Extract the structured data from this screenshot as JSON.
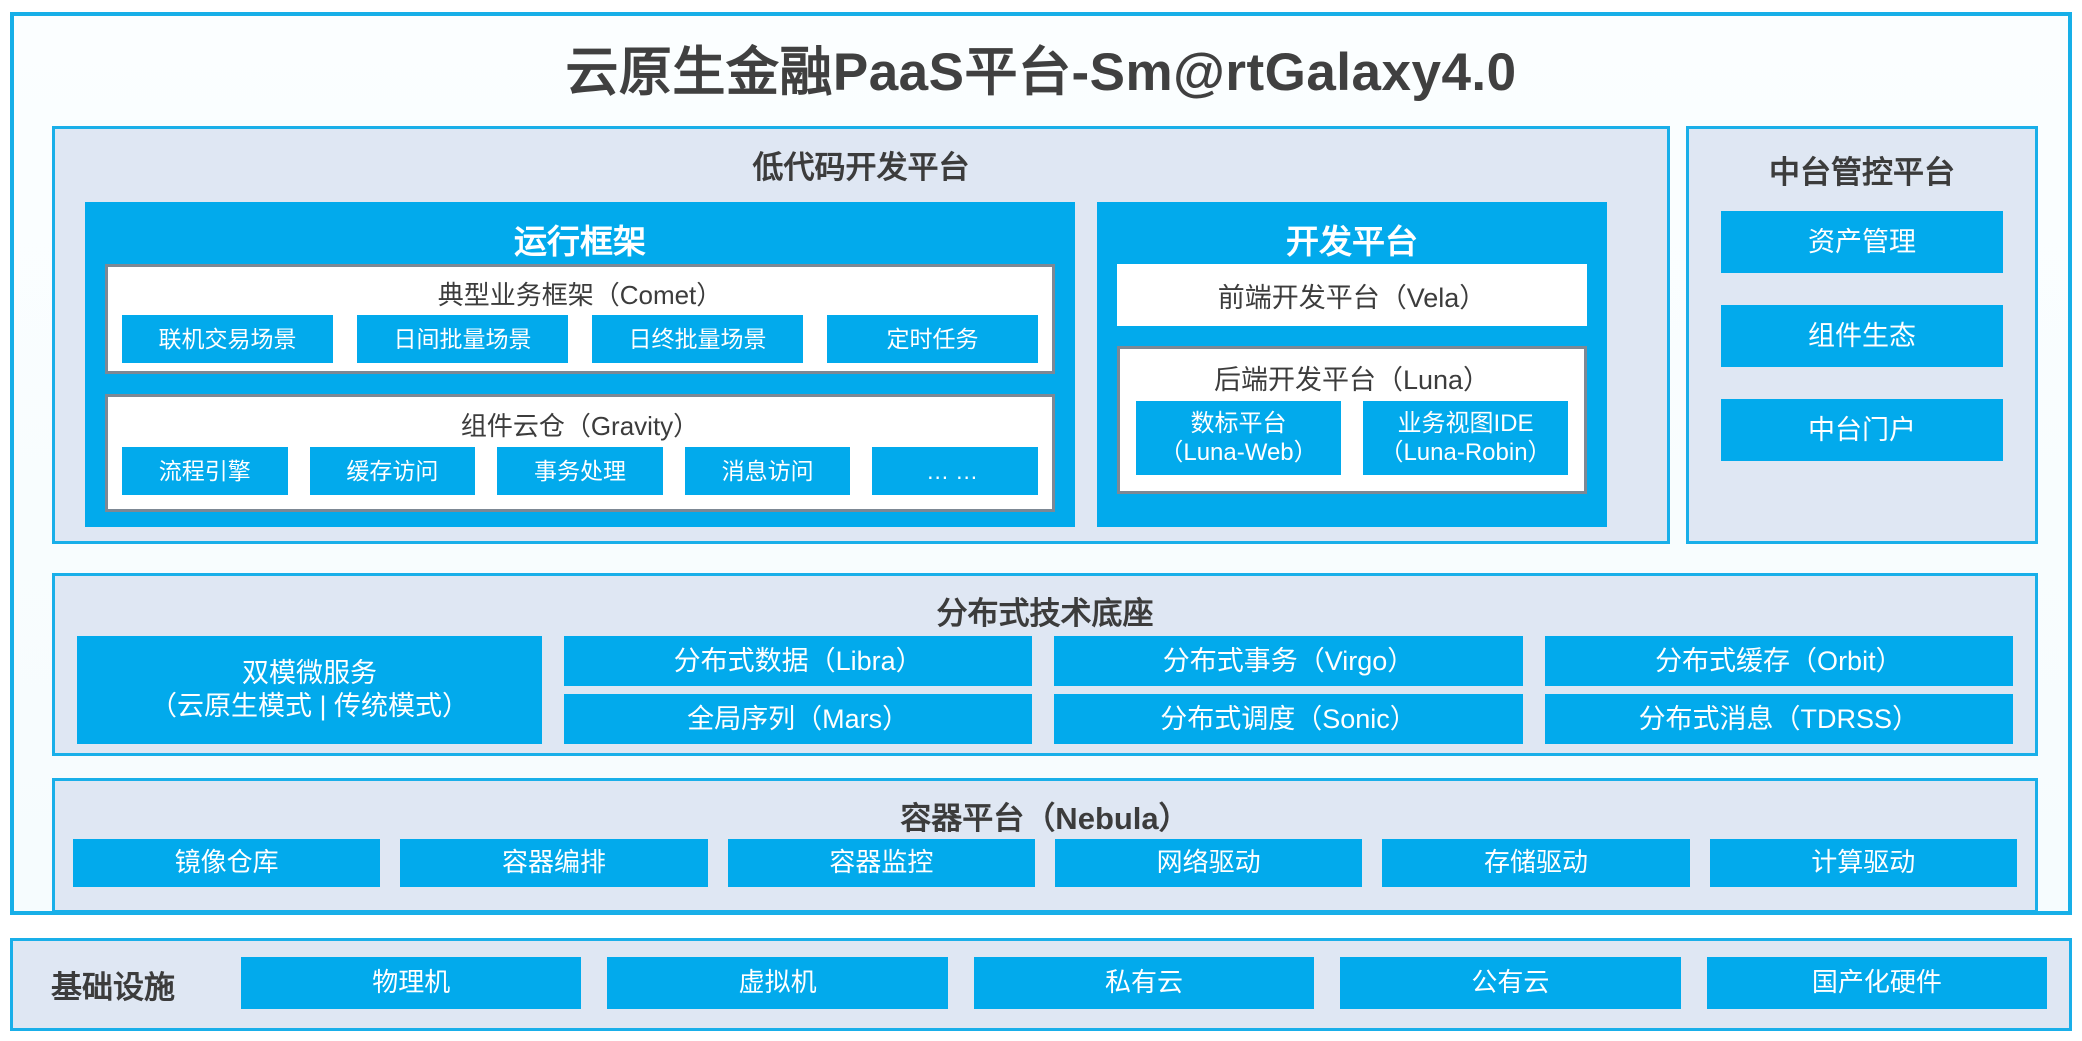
{
  "title": "云原生金融PaaS平台-Sm@rtGalaxy4.0",
  "colors": {
    "accent_blue": "#02AAEC",
    "border_blue": "#19AFE9",
    "panel_bg": "#dfe7f3",
    "box_border_grey": "#7d8894",
    "text_dark": "#3c3c3c"
  },
  "lowcode": {
    "title": "低代码开发平台",
    "runtime": {
      "title": "运行框架",
      "comet": {
        "title": "典型业务框架（Comet）",
        "items": [
          "联机交易场景",
          "日间批量场景",
          "日终批量场景",
          "定时任务"
        ]
      },
      "gravity": {
        "title": "组件云仓（Gravity）",
        "items": [
          "流程引擎",
          "缓存访问",
          "事务处理",
          "消息访问",
          "……"
        ]
      }
    },
    "dev": {
      "title": "开发平台",
      "frontend": "前端开发平台（Vela）",
      "backend": {
        "title": "后端开发平台（Luna）",
        "items": [
          {
            "name": "数标平台",
            "code": "（Luna-Web）"
          },
          {
            "name": "业务视图IDE",
            "code": "（Luna-Robin）"
          }
        ]
      }
    }
  },
  "midoffice": {
    "title": "中台管控平台",
    "items": [
      "资产管理",
      "组件生态",
      "中台门户"
    ]
  },
  "distributed": {
    "title": "分布式技术底座",
    "microservice": {
      "line1": "双模微服务",
      "line2": "（云原生模式 | 传统模式）"
    },
    "columns": [
      [
        "分布式数据（Libra）",
        "全局序列（Mars）"
      ],
      [
        "分布式事务（Virgo）",
        "分布式调度（Sonic）"
      ],
      [
        "分布式缓存（Orbit）",
        "分布式消息（TDRSS）"
      ]
    ]
  },
  "container": {
    "title": "容器平台（Nebula）",
    "items": [
      "镜像仓库",
      "容器编排",
      "容器监控",
      "网络驱动",
      "存储驱动",
      "计算驱动"
    ]
  },
  "infrastructure": {
    "label": "基础设施",
    "items": [
      "物理机",
      "虚拟机",
      "私有云",
      "公有云",
      "国产化硬件"
    ]
  }
}
